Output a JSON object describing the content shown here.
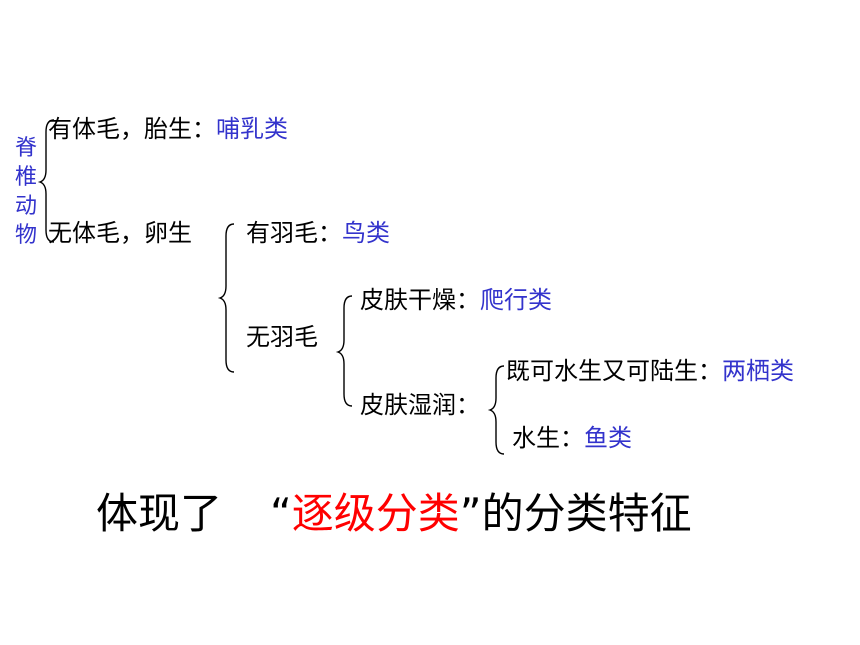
{
  "root": {
    "chars": [
      "脊",
      "椎",
      "动",
      "物"
    ]
  },
  "nodes": {
    "n1": {
      "label": "有体毛，胎生：",
      "cls": "哺乳类"
    },
    "n2": {
      "label": "无体毛，卵生"
    },
    "n3": {
      "label": "有羽毛：",
      "cls": "鸟类"
    },
    "n4": {
      "label": "无羽毛"
    },
    "n5": {
      "label": "皮肤干燥：",
      "cls": "爬行类"
    },
    "n6": {
      "label": "皮肤湿润："
    },
    "n7": {
      "label": "既可水生又可陆生：",
      "cls": "两栖类"
    },
    "n8": {
      "label": "水生：",
      "cls": "鱼类"
    }
  },
  "conclusion": {
    "part1": "体现了",
    "open_quote": "“",
    "highlight": "逐级分类",
    "close_quote": "”",
    "part2": "的分类特征"
  },
  "colors": {
    "class_text": "#3333cc",
    "highlight": "#ff0000"
  }
}
